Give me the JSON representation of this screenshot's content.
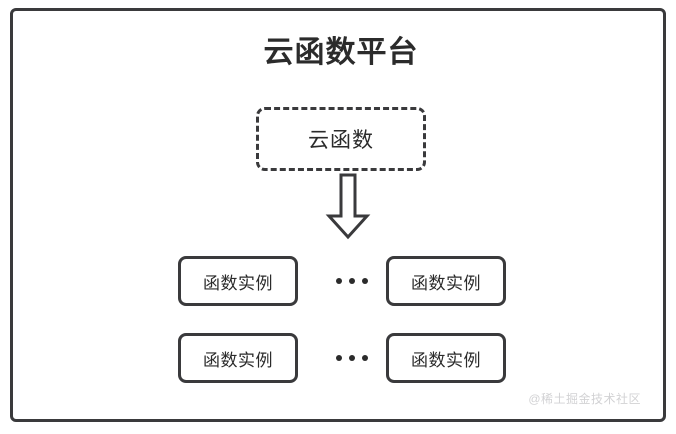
{
  "diagram": {
    "title": "云函数平台",
    "function_box": {
      "label": "云函数",
      "border_style": "dashed"
    },
    "arrow": {
      "icon": "down-block-arrow",
      "direction": "down"
    },
    "instance_rows": [
      {
        "left_box_label": "函数实例",
        "ellipsis": "•••",
        "right_box_label": "函数实例"
      },
      {
        "left_box_label": "函数实例",
        "ellipsis": "•••",
        "right_box_label": "函数实例"
      }
    ],
    "watermark": "@稀土掘金技术社区",
    "colors": {
      "stroke": "#3a3a3c",
      "text": "#2b2b2b",
      "background": "#ffffff",
      "watermark": "#d2d2d4"
    }
  }
}
